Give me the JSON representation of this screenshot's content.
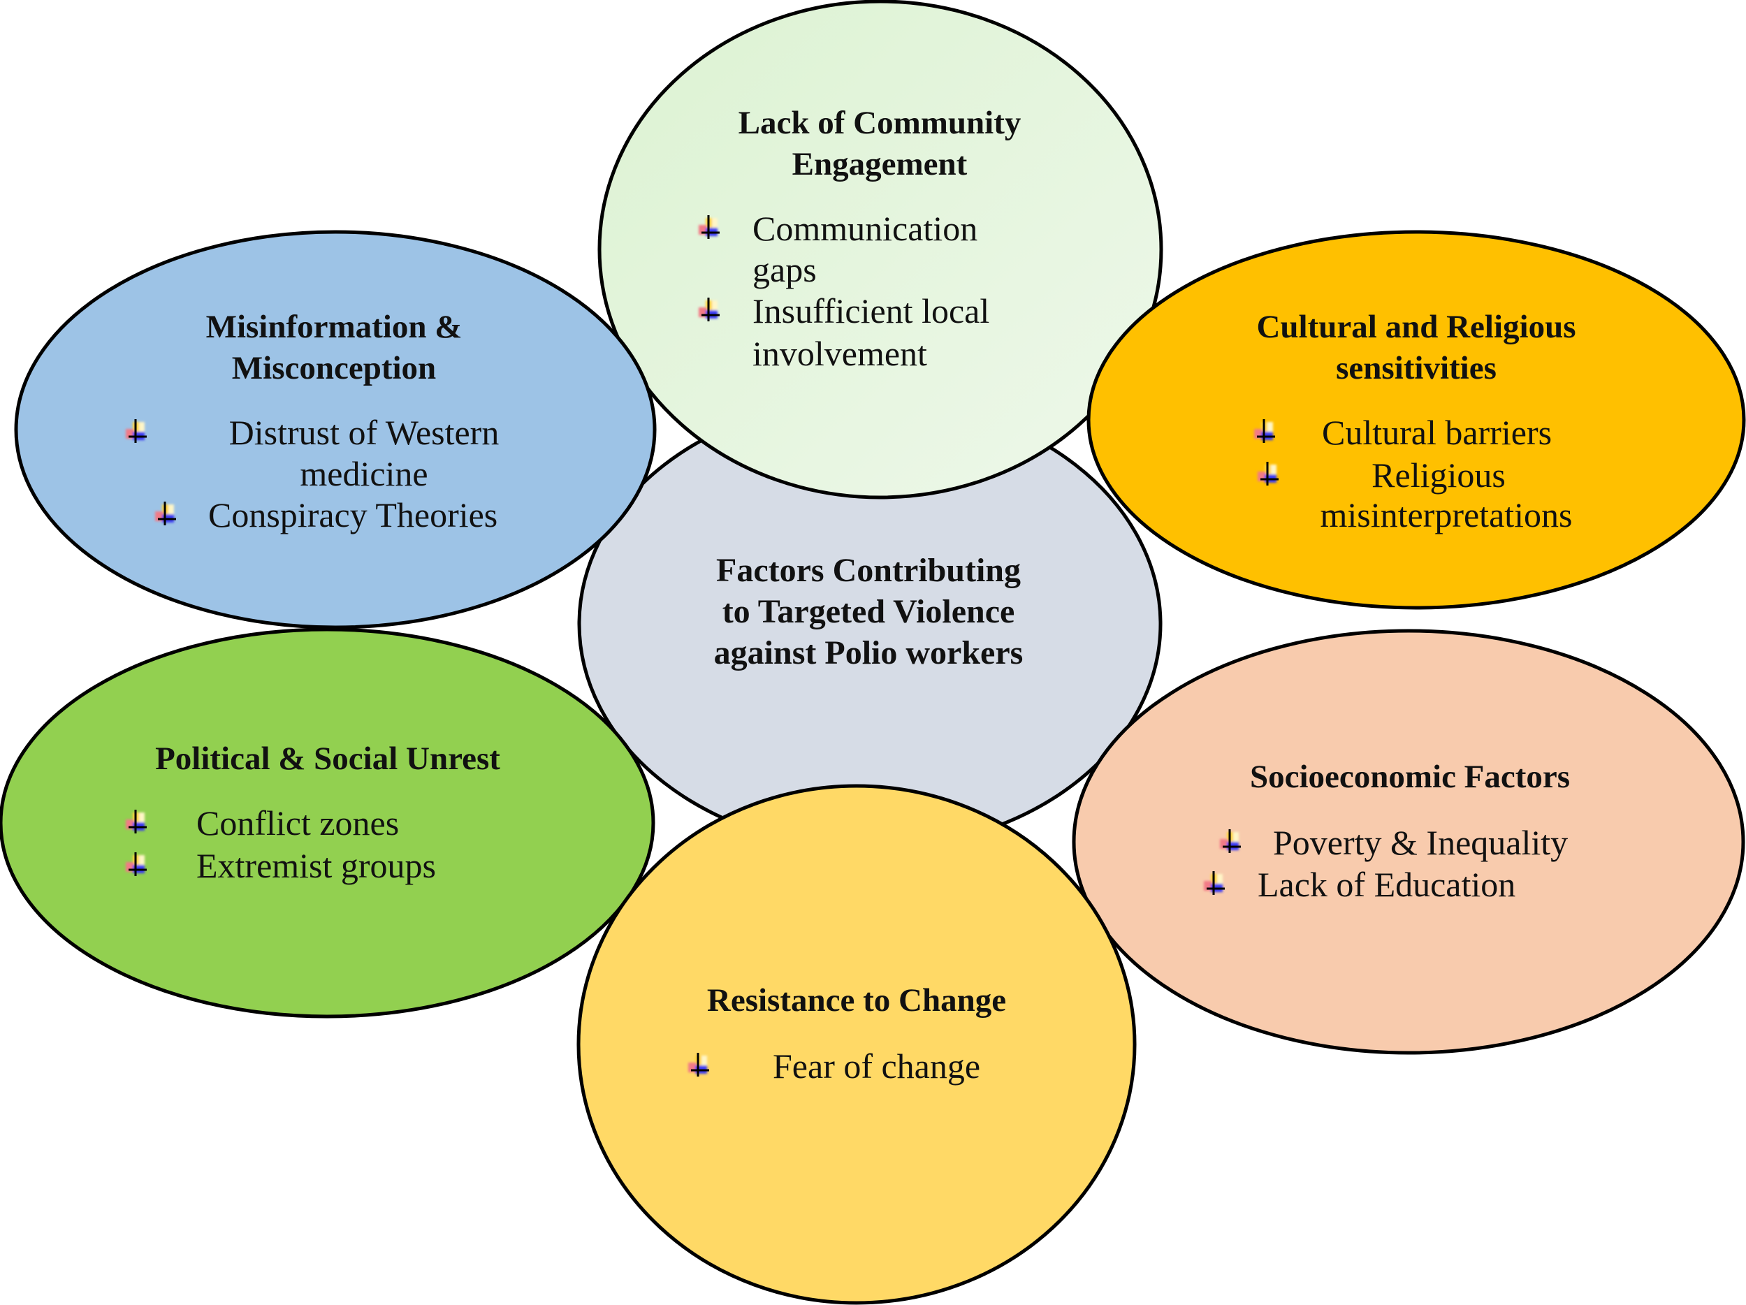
{
  "center": {
    "title_lines": [
      "Factors Contributing",
      "to Targeted Violence",
      "against Polio workers"
    ],
    "color": "#d6dce6"
  },
  "nodes": [
    {
      "id": "community-engagement",
      "title_lines": [
        "Lack of Community",
        "Engagement"
      ],
      "color": "#e2f3dc",
      "items": [
        {
          "lines": [
            "Communication",
            "gaps"
          ]
        },
        {
          "lines": [
            "Insufficient local",
            "involvement"
          ]
        }
      ]
    },
    {
      "id": "misinformation",
      "title_lines": [
        "Misinformation &",
        "Misconception"
      ],
      "color": "#9dc3e6",
      "items": [
        {
          "lines": [
            "Distrust of Western",
            "medicine"
          ]
        },
        {
          "lines": [
            "Conspiracy Theories"
          ]
        }
      ]
    },
    {
      "id": "cultural-religious",
      "title_lines": [
        "Cultural and Religious",
        "sensitivities"
      ],
      "color": "#ffc000",
      "items": [
        {
          "lines": [
            "Cultural barriers"
          ]
        },
        {
          "lines": [
            "Religious",
            "misinterpretations"
          ]
        }
      ]
    },
    {
      "id": "political-social",
      "title_lines": [
        "Political & Social Unrest"
      ],
      "color": "#92d050",
      "items": [
        {
          "lines": [
            "Conflict zones"
          ]
        },
        {
          "lines": [
            "Extremist groups"
          ]
        }
      ]
    },
    {
      "id": "socioeconomic",
      "title_lines": [
        "Socioeconomic Factors"
      ],
      "color": "#f8cbad",
      "items": [
        {
          "lines": [
            "Poverty & Inequality"
          ]
        },
        {
          "lines": [
            "Lack of Education"
          ]
        }
      ]
    },
    {
      "id": "resistance-change",
      "title_lines": [
        "Resistance to Change"
      ],
      "color": "#ffd966",
      "items": [
        {
          "lines": [
            "Fear of change"
          ]
        }
      ]
    }
  ],
  "bullet_icon": "colored-plus-bullet"
}
